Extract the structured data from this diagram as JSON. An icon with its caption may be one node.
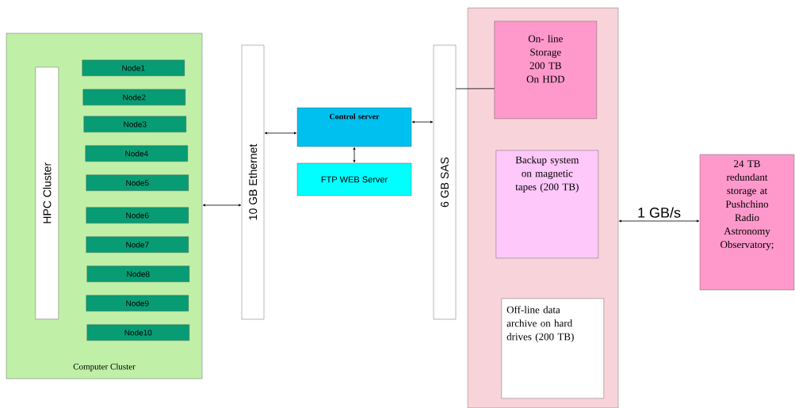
{
  "diagram": {
    "nodes": [
      {
        "text": [
          "Computer Cluster"
        ]
      },
      {
        "text": [
          "HPC Cluster"
        ],
        "in": 0
      },
      {
        "text": [
          "Node1"
        ],
        "in": 0
      },
      {
        "text": [
          "Node2"
        ],
        "in": 0
      },
      {
        "text": [
          "Node3"
        ],
        "in": 0
      },
      {
        "text": [
          "Node4"
        ],
        "in": 0
      },
      {
        "text": [
          "Node5"
        ],
        "in": 0
      },
      {
        "text": [
          "Node6"
        ],
        "in": 0
      },
      {
        "text": [
          "Node7"
        ],
        "in": 0
      },
      {
        "text": [
          "Node8"
        ],
        "in": 0
      },
      {
        "text": [
          "Node9"
        ],
        "in": 0
      },
      {
        "text": [
          "Node10"
        ],
        "in": 0
      },
      {
        "text": [
          "10 GB Ethernet"
        ]
      },
      {
        "text": [
          "Control server"
        ]
      },
      {
        "text": [
          "FTP WEB Server"
        ]
      },
      {
        "text": [
          "6 GB SAS"
        ]
      },
      {
        "text": [],
        "shape": "box"
      },
      {
        "text": [
          "On- line Storage 200 TB On HDD"
        ],
        "in": 16
      },
      {
        "text": [
          "Backup system on magnetic tapes (200 TB)"
        ],
        "in": 16
      },
      {
        "text": [
          "Off-line data archive on hard drives (200 TB)"
        ],
        "in": 16
      },
      {
        "text": [
          "24 TB redundant storage at Pushchino Radio Astronomy Observatory;"
        ]
      }
    ],
    "edges": [
      {
        "from": 0,
        "to": 12,
        "arrow": "both"
      },
      {
        "from": 12,
        "to": 13,
        "arrow": "both"
      },
      {
        "from": 13,
        "to": 14,
        "arrow": "both"
      },
      {
        "from": 13,
        "to": 15,
        "arrow": "both"
      },
      {
        "from": 15,
        "to": 17,
        "arrow": "none"
      },
      {
        "from": 16,
        "to": 20,
        "label": "1 GB/s",
        "arrow": "both"
      }
    ]
  }
}
